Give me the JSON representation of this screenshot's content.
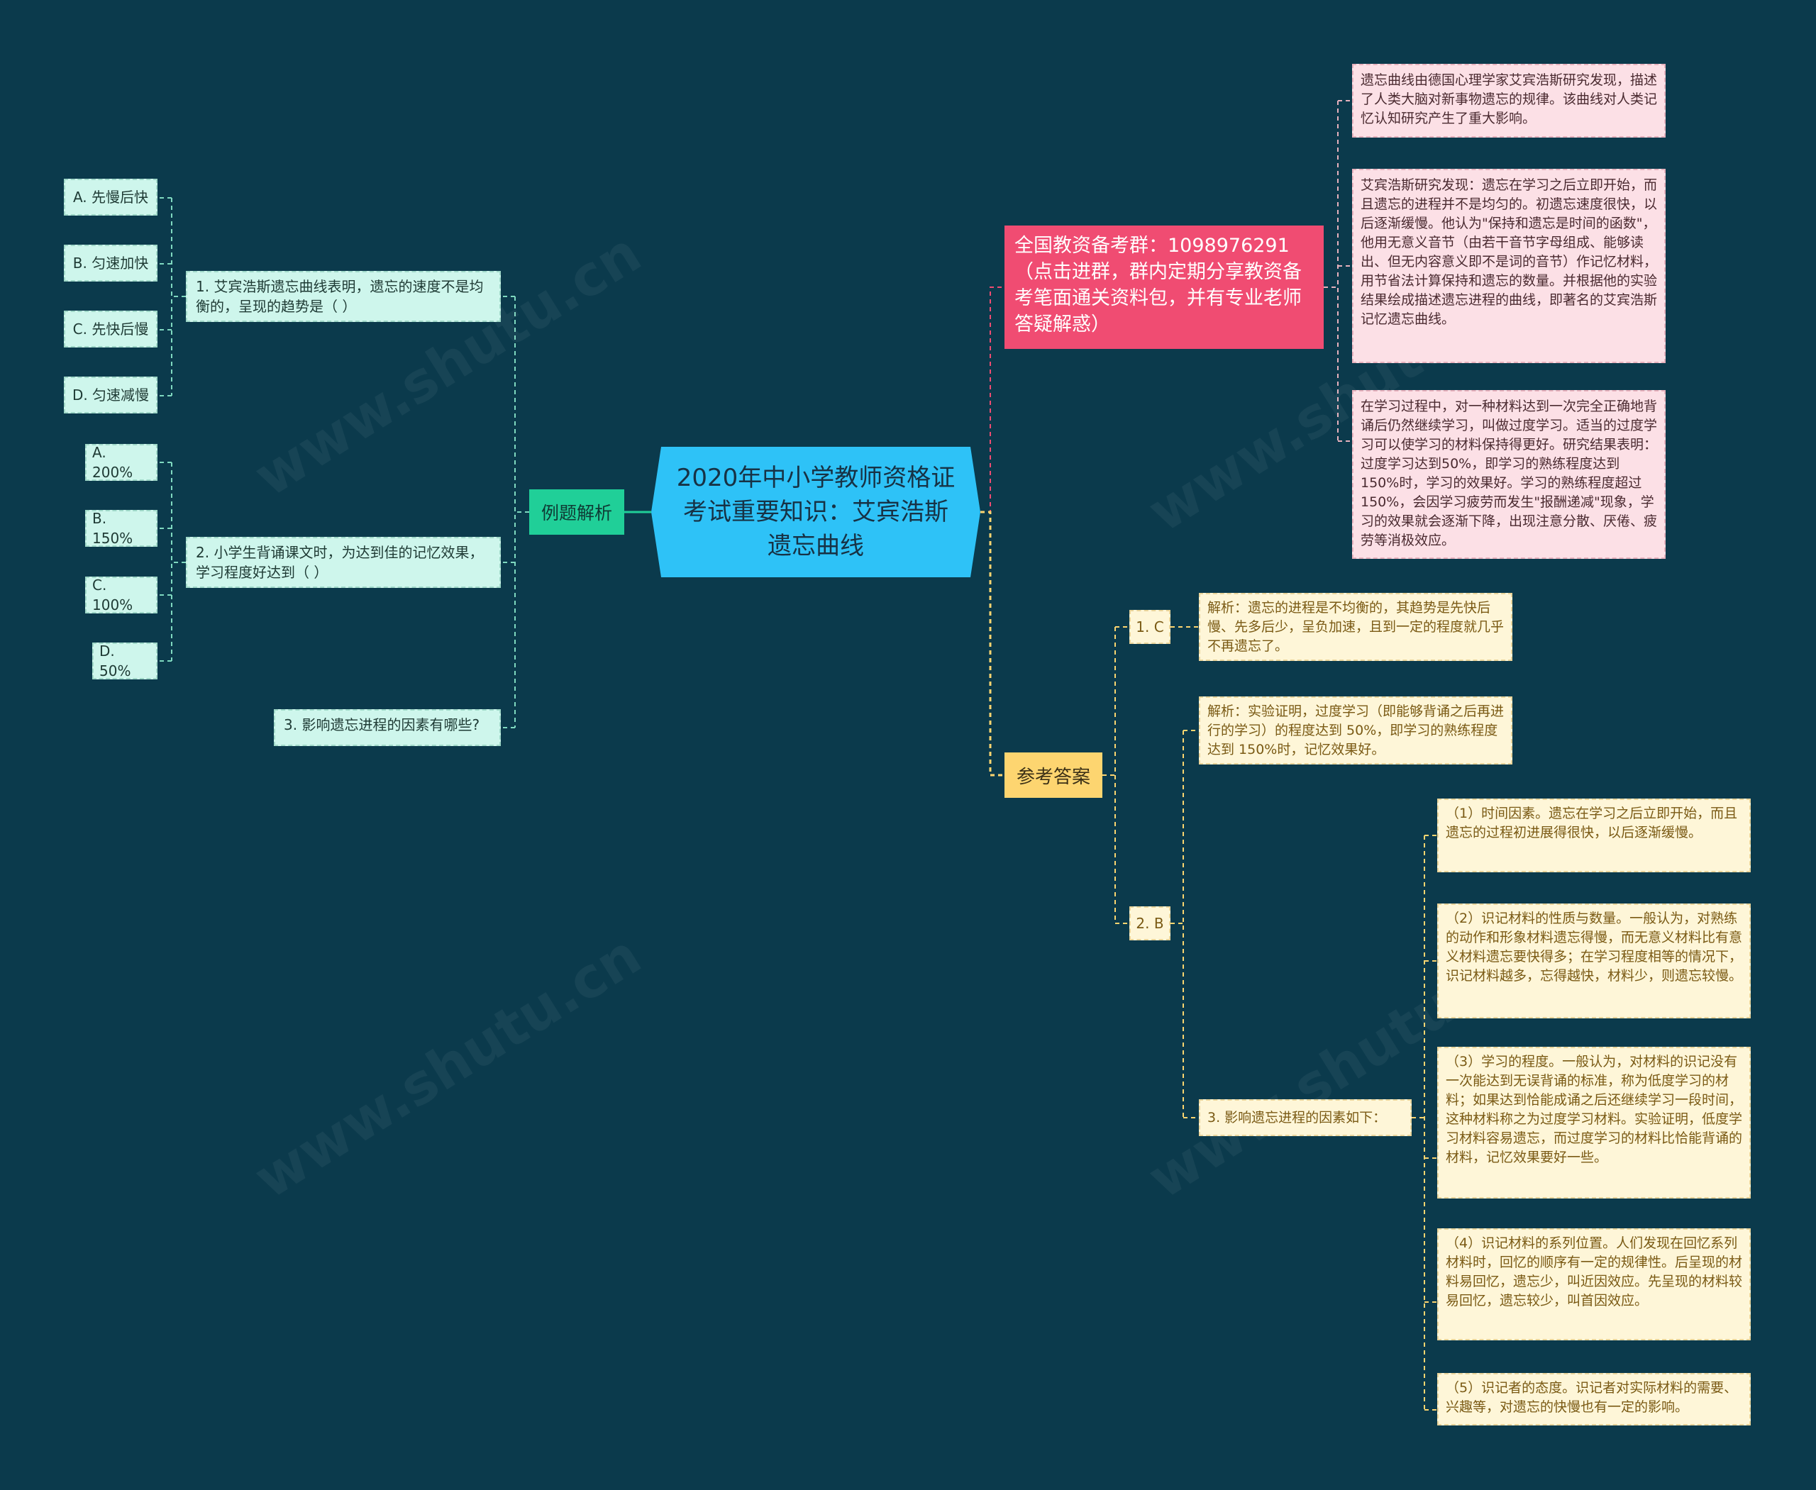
{
  "center": {
    "title": "2020年中小学教师资格证考试重要知识：艾宾浩斯遗忘曲线"
  },
  "left": {
    "branch_label": "例题解析",
    "questions": [
      {
        "text": "1. 艾宾浩斯遗忘曲线表明，遗忘的速度不是均衡的，呈现的趋势是（   ）",
        "options": [
          "A. 先慢后快",
          "B. 匀速加快",
          "C. 先快后慢",
          "D. 匀速减慢"
        ]
      },
      {
        "text": "2. 小学生背诵课文时，为达到佳的记忆效果，学习程度好达到（   ）",
        "options": [
          "A. 200%",
          "B. 150%",
          "C. 100%",
          "D. 50%"
        ]
      },
      {
        "text": "3. 影响遗忘进程的因素有哪些?",
        "options": []
      }
    ]
  },
  "right_top": {
    "promo": "全国教资备考群：1098976291（点击进群，群内定期分享教资备考笔面通关资料包，并有专业老师答疑解惑）",
    "notes": [
      "遗忘曲线由德国心理学家艾宾浩斯研究发现，描述了人类大脑对新事物遗忘的规律。该曲线对人类记忆认知研究产生了重大影响。",
      "艾宾浩斯研究发现：遗忘在学习之后立即开始，而且遗忘的进程并不是均匀的。初遗忘速度很快，以后逐渐缓慢。他认为\"保持和遗忘是时间的函数\"，他用无意义音节（由若干音节字母组成、能够读出、但无内容意义即不是词的音节）作记忆材料，用节省法计算保持和遗忘的数量。并根据他的实验结果绘成描述遗忘进程的曲线，即著名的艾宾浩斯记忆遗忘曲线。",
      "在学习过程中，对一种材料达到一次完全正确地背诵后仍然继续学习，叫做过度学习。适当的过度学习可以使学习的材料保持得更好。研究结果表明：过度学习达到50%，即学习的熟练程度达到150%时，学习的效果好。学习的熟练程度超过150%，会因学习疲劳而发生\"报酬递减\"现象，学习的效果就会逐渐下降，出现注意分散、厌倦、疲劳等消极效应。"
    ]
  },
  "right_bottom": {
    "branch_label": "参考答案",
    "answers": [
      {
        "label": "1. C",
        "explanation": "解析：遗忘的进程是不均衡的，其趋势是先快后慢、先多后少，呈负加速，且到一定的程度就几乎不再遗忘了。"
      },
      {
        "label": "2. B",
        "explanation": "解析：实验证明，过度学习（即能够背诵之后再进行的学习）的程度达到 50%，即学习的熟练程度达到 150%时，记忆效果好。"
      }
    ],
    "factors": {
      "label": "3. 影响遗忘进程的因素如下：",
      "items": [
        "（1）时间因素。遗忘在学习之后立即开始，而且遗忘的过程初进展得很快，以后逐渐缓慢。",
        "（2）识记材料的性质与数量。一般认为，对熟练的动作和形象材料遗忘得慢，而无意义材料比有意义材料遗忘要快得多；在学习程度相等的情况下，识记材料越多，忘得越快，材料少，则遗忘较慢。",
        "（3）学习的程度。一般认为，对材料的识记没有一次能达到无误背诵的标准，称为低度学习的材料；如果达到恰能成诵之后还继续学习一段时间，这种材料称之为过度学习材料。实验证明，低度学习材料容易遗忘，而过度学习的材料比恰能背诵的材料，记忆效果要好一些。",
        "（4）识记材料的系列位置。人们发现在回忆系列材料时，回忆的顺序有一定的规律性。后呈现的材料易回忆，遗忘少，叫近因效应。先呈现的材料较易回忆，遗忘较少，叫首因效应。",
        "（5）识记者的态度。识记者对实际材料的需要、兴趣等，对遗忘的快慢也有一定的影响。"
      ]
    }
  },
  "colors": {
    "background": "#0b3a4c",
    "center": "#2ec2f7",
    "branch_green": "#20cf98",
    "branch_yellow": "#fdd570",
    "promo_pink": "#f04c72",
    "mint": "#cef6ec",
    "rose": "#fce0e6",
    "cream": "#fef6d8"
  }
}
